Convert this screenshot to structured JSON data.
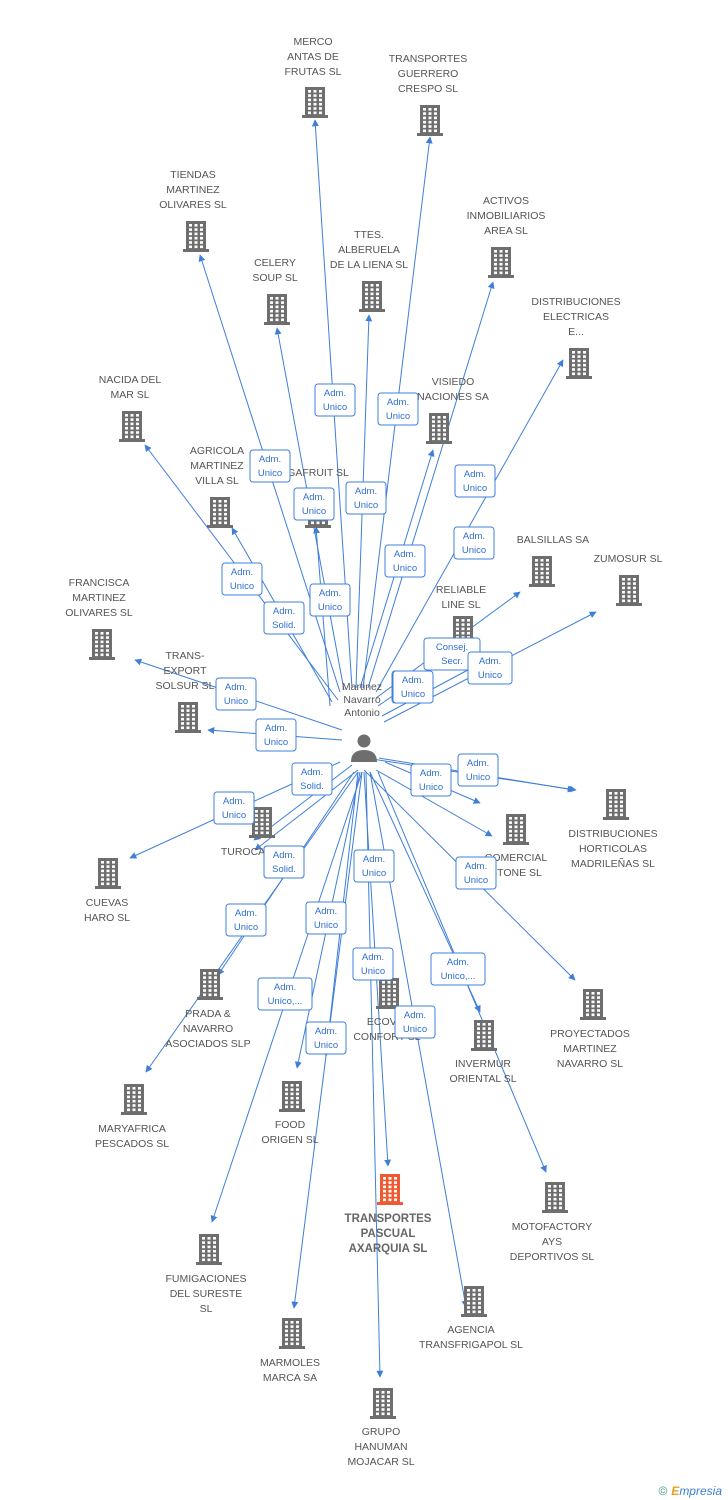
{
  "center": {
    "label": [
      "Martinez",
      "Navarro",
      "Antonio"
    ],
    "icon": "person-icon"
  },
  "colors": {
    "edge": "#3f7fd9",
    "building": "#6e6e6e",
    "focus": "#f05a32"
  },
  "companies": [
    {
      "id": "merco",
      "lines": [
        "MERCO",
        "ANTAS DE",
        "FRUTAS SL"
      ]
    },
    {
      "id": "guerrero",
      "lines": [
        "TRANSPORTES",
        "GUERRERO",
        "CRESPO SL"
      ]
    },
    {
      "id": "tiendas",
      "lines": [
        "TIENDAS",
        "MARTINEZ",
        "OLIVARES SL"
      ]
    },
    {
      "id": "activos",
      "lines": [
        "ACTIVOS",
        "INMOBILIARIOS",
        "AREA SL"
      ]
    },
    {
      "id": "ttes",
      "lines": [
        "TTES.",
        "ALBERUELA",
        "DE LA LIENA SL"
      ]
    },
    {
      "id": "celery",
      "lines": [
        "CELERY",
        "SOUP SL"
      ]
    },
    {
      "id": "distelec",
      "lines": [
        "DISTRIBUCIONES",
        "ELECTRICAS",
        "E..."
      ]
    },
    {
      "id": "nacida",
      "lines": [
        "NACIDA DEL",
        "MAR SL"
      ]
    },
    {
      "id": "visiedo",
      "lines": [
        "VISIEDO",
        "NACIONES SA"
      ]
    },
    {
      "id": "agricola",
      "lines": [
        "AGRICOLA",
        "MARTINEZ",
        "VILLA SL"
      ]
    },
    {
      "id": "gafruit",
      "lines": [
        "GAFRUIT SL"
      ]
    },
    {
      "id": "balsillas",
      "lines": [
        "BALSILLAS SA"
      ]
    },
    {
      "id": "zumosur",
      "lines": [
        "ZUMOSUR SL"
      ]
    },
    {
      "id": "francisca",
      "lines": [
        "FRANCISCA",
        "MARTINEZ",
        "OLIVARES SL"
      ]
    },
    {
      "id": "reliable",
      "lines": [
        "RELIABLE",
        "LINE SL"
      ]
    },
    {
      "id": "transexport",
      "lines": [
        "TRANS-",
        "EXPORT",
        "SOLSUR SL"
      ]
    },
    {
      "id": "disthort",
      "lines": [
        "DISTRIBUCIONES",
        "HORTICOLAS",
        "MADRILEÑAS SL"
      ]
    },
    {
      "id": "turoca",
      "lines": [
        "TUROCA"
      ]
    },
    {
      "id": "comercial",
      "lines": [
        "COMERCIAL",
        "STONE SL"
      ]
    },
    {
      "id": "cuevas",
      "lines": [
        "CUEVAS",
        "HARO SL"
      ]
    },
    {
      "id": "prada",
      "lines": [
        "PRADA &",
        "NAVARRO",
        "ASOCIADOS SLP"
      ]
    },
    {
      "id": "proyectados",
      "lines": [
        "PROYECTADOS",
        "MARTINEZ",
        "NAVARRO SL"
      ]
    },
    {
      "id": "ecovid",
      "lines": [
        "ECOVID",
        "CONFORT SL"
      ]
    },
    {
      "id": "invermur",
      "lines": [
        "INVERMUR",
        "ORIENTAL SL"
      ]
    },
    {
      "id": "maryafrica",
      "lines": [
        "MARYAFRICA",
        "PESCADOS SL"
      ]
    },
    {
      "id": "food",
      "lines": [
        "FOOD",
        "ORIGEN  SL"
      ]
    },
    {
      "id": "pascual",
      "lines": [
        "TRANSPORTES",
        "PASCUAL",
        "AXARQUIA SL"
      ],
      "focus": true
    },
    {
      "id": "motofactory",
      "lines": [
        "MOTOFACTORY",
        "AYS",
        "DEPORTIVOS SL"
      ]
    },
    {
      "id": "fumigaciones",
      "lines": [
        "FUMIGACIONES",
        "DEL SURESTE",
        "SL"
      ]
    },
    {
      "id": "agencia",
      "lines": [
        "AGENCIA",
        "TRANSFRIGAPOL SL"
      ]
    },
    {
      "id": "marmoles",
      "lines": [
        "MARMOLES",
        "MARCA SA"
      ]
    },
    {
      "id": "grupo",
      "lines": [
        "GRUPO",
        "HANUMAN",
        "MOJACAR SL"
      ]
    }
  ],
  "relations": [
    {
      "lines": [
        "Adm.",
        "Unico"
      ]
    },
    {
      "lines": [
        "Adm.",
        "Unico"
      ]
    },
    {
      "lines": [
        "Adm.",
        "Unico"
      ]
    },
    {
      "lines": [
        "Adm.",
        "Unico"
      ]
    },
    {
      "lines": [
        "Adm.",
        "Unico"
      ]
    },
    {
      "lines": [
        "Adm.",
        "Unico"
      ]
    },
    {
      "lines": [
        "Adm.",
        "Unico"
      ]
    },
    {
      "lines": [
        "Adm.",
        "Unico"
      ]
    },
    {
      "lines": [
        "Adm.",
        "Unico"
      ]
    },
    {
      "lines": [
        "Adm.",
        "Unico"
      ]
    },
    {
      "lines": [
        "Adm.",
        "Solid."
      ]
    },
    {
      "lines": [
        "Adm.",
        "Unico"
      ]
    },
    {
      "lines": [
        "Consej.",
        "Secr."
      ]
    },
    {
      "lines": [
        "Adm.",
        "Unico"
      ]
    },
    {
      "lines": [
        "Adm.",
        "Unico"
      ]
    },
    {
      "lines": [
        "Adm.",
        "Unico"
      ]
    },
    {
      "lines": [
        "Adm.",
        "Unico"
      ]
    },
    {
      "lines": [
        "Adm.",
        "Solid."
      ]
    },
    {
      "lines": [
        "Adm.",
        "Unico"
      ]
    },
    {
      "lines": [
        "Adm.",
        "Unico"
      ]
    },
    {
      "lines": [
        "Adm.",
        "Unico"
      ]
    },
    {
      "lines": [
        "Adm.",
        "Solid."
      ]
    },
    {
      "lines": [
        "Adm.",
        "Solid."
      ]
    },
    {
      "lines": [
        "Adm.",
        "Unico"
      ]
    },
    {
      "lines": [
        "Adm.",
        "Unico"
      ]
    },
    {
      "lines": [
        "Adm.",
        "Unico"
      ]
    },
    {
      "lines": [
        "Adm.",
        "Unico"
      ]
    },
    {
      "lines": [
        "Adm.",
        "Unico,..."
      ]
    },
    {
      "lines": [
        "Adm.",
        "Unico,..."
      ]
    },
    {
      "lines": [
        "Adm.",
        "Unico"
      ]
    },
    {
      "lines": [
        "Adm.",
        "Unico"
      ]
    },
    {
      "lines": [
        "Adm.",
        "Unico"
      ]
    }
  ],
  "brand": {
    "copyright": "©",
    "name_first": "E",
    "name_rest": "mpresia"
  }
}
